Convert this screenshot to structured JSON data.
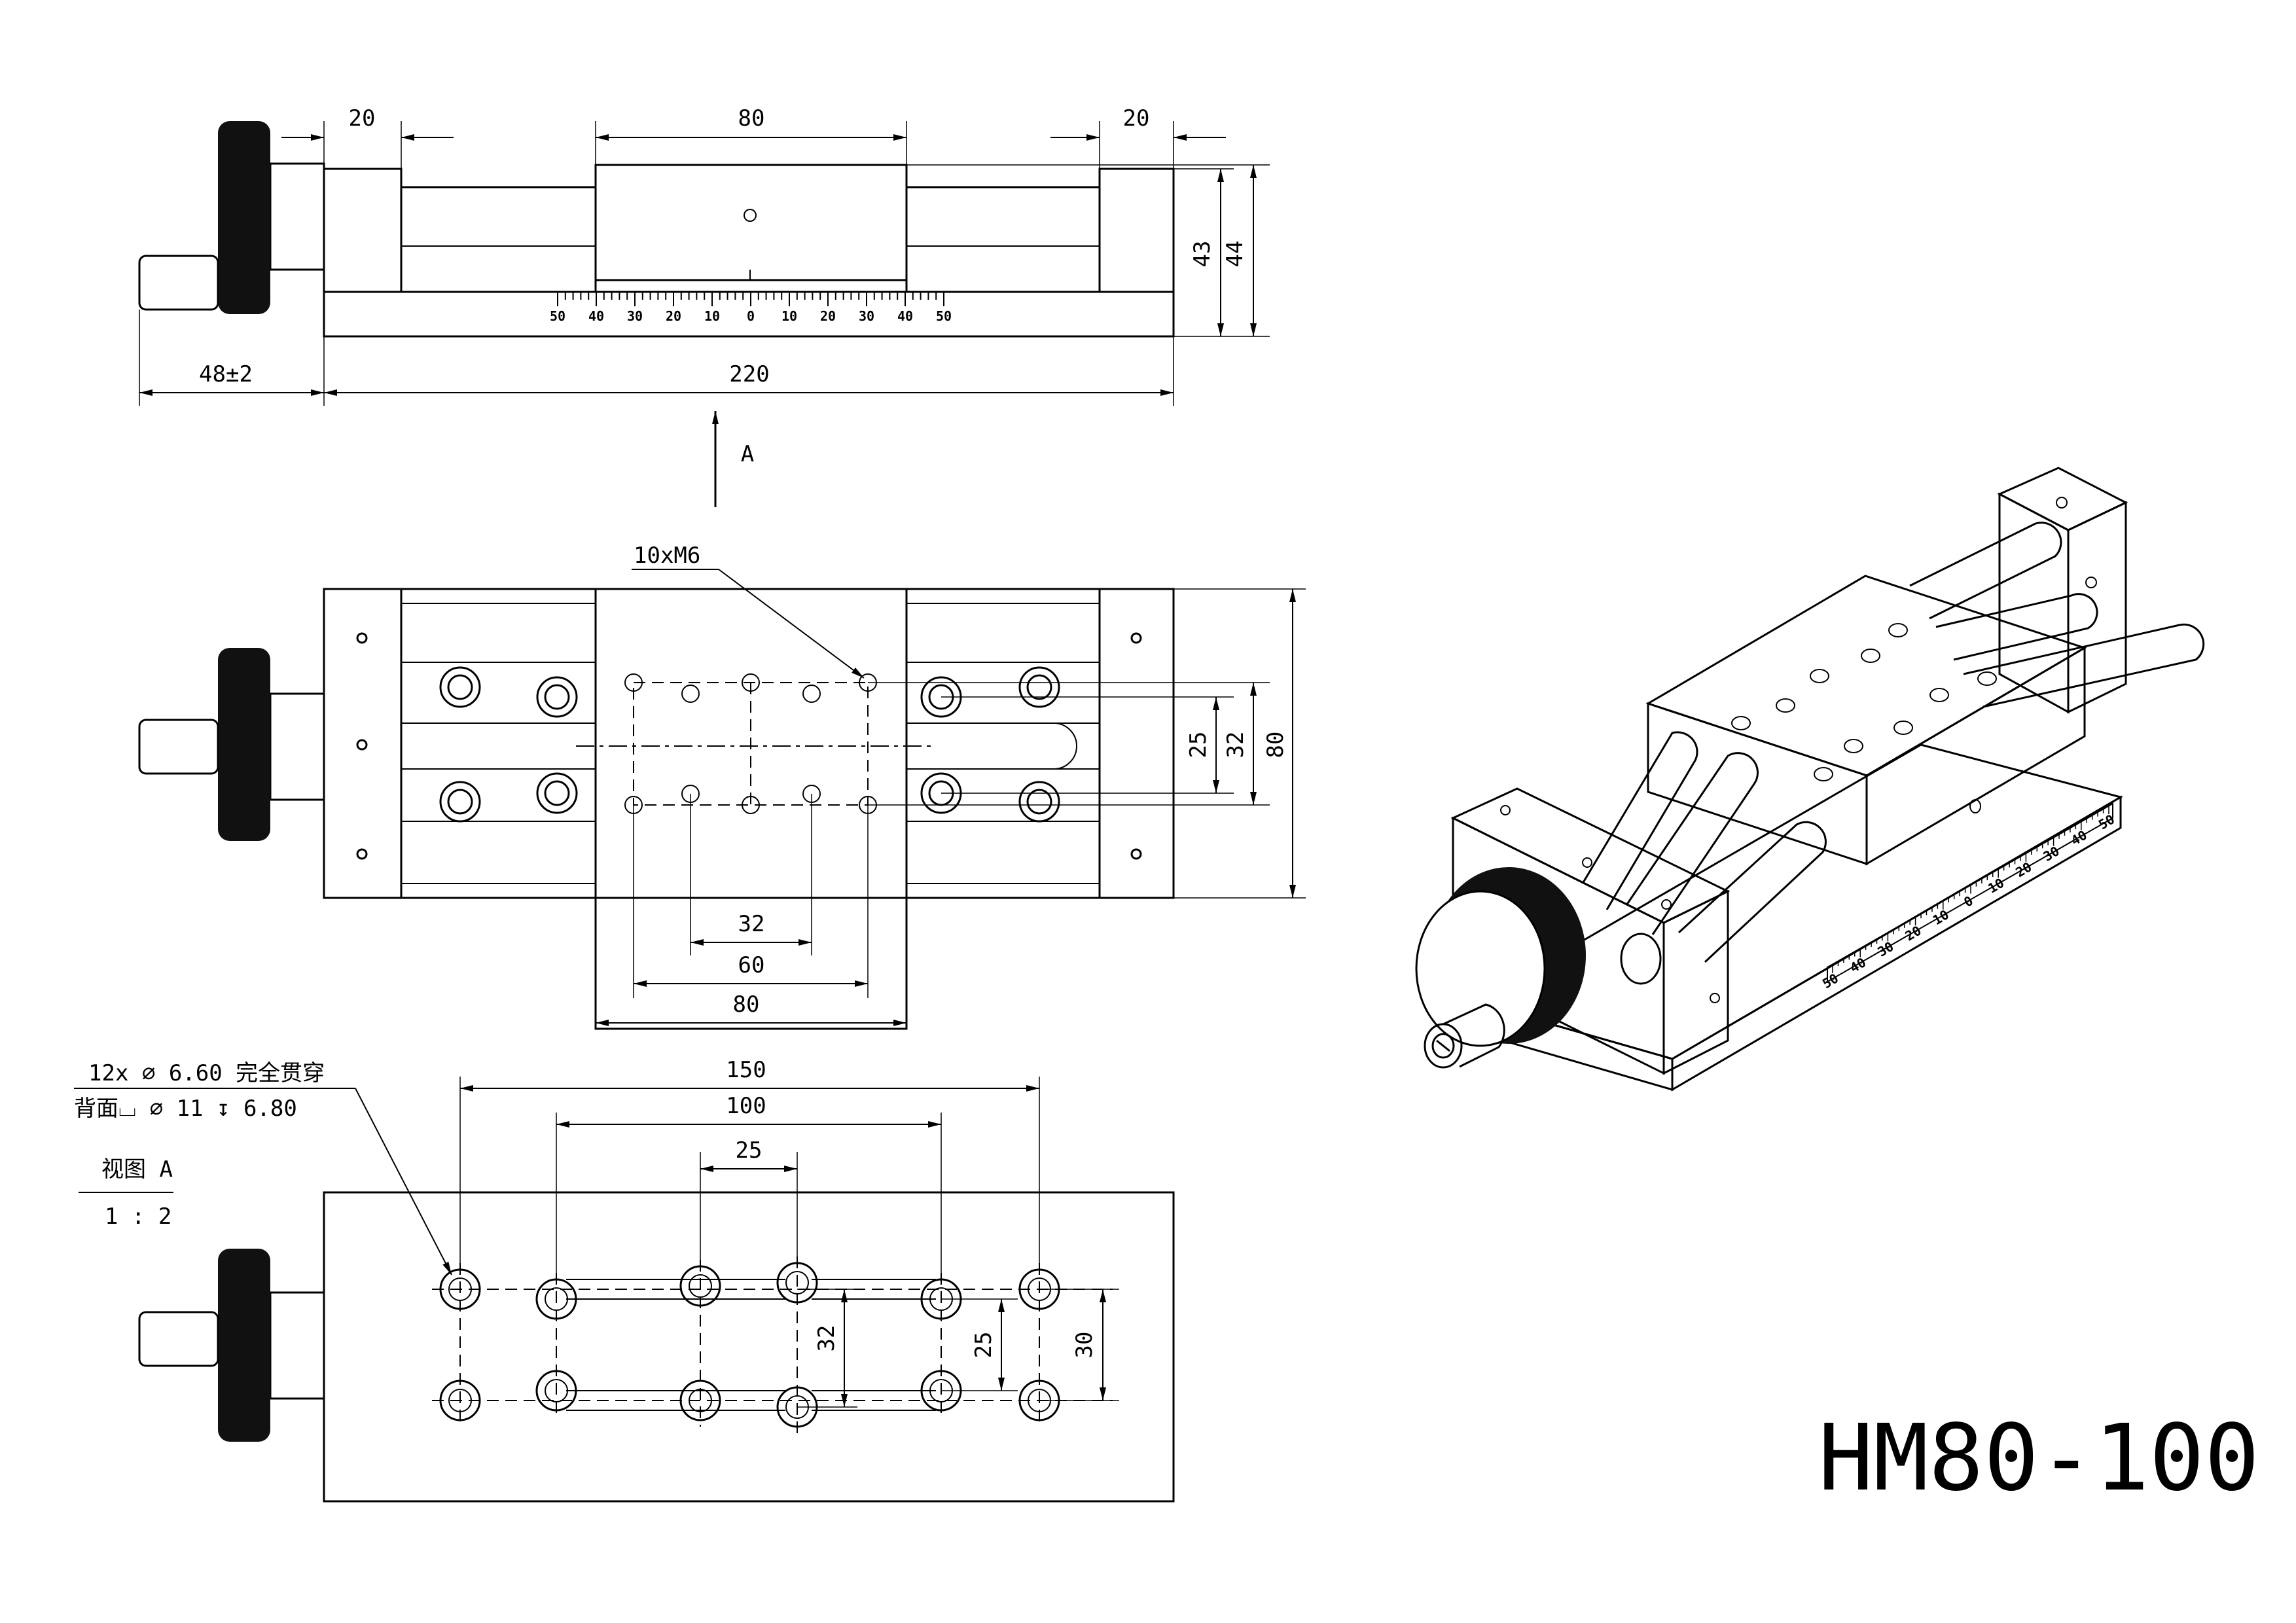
{
  "title": {
    "model": "HM80-100"
  },
  "front_view": {
    "dims": {
      "left_block": "20",
      "carriage": "80",
      "right_block": "20",
      "h43": "43",
      "h44": "44",
      "knob": "48±2",
      "length": "220"
    },
    "scale_labels": [
      "50",
      "40",
      "30",
      "20",
      "10",
      "0",
      "10",
      "20",
      "30",
      "40",
      "50"
    ]
  },
  "view_arrow": {
    "label": "A"
  },
  "top_view": {
    "callout": "10xM6",
    "dims": {
      "w25": "25",
      "w32": "32",
      "w80": "80",
      "p32": "32",
      "p60": "60",
      "p80": "80"
    }
  },
  "bottom_view": {
    "note_line1": "12x ∅ 6.60 完全贯穿",
    "note_line2": "背面⌴ ∅ 11 ↧ 6.80",
    "view_label": "视图 A",
    "view_scale": "1 : 2",
    "dims": {
      "d150": "150",
      "d100": "100",
      "d25": "25",
      "v32": "32",
      "v25": "25",
      "v30": "30"
    }
  },
  "iso_view": {
    "scale_labels": [
      "50",
      "40",
      "30",
      "20",
      "10",
      "0",
      "10",
      "20",
      "30",
      "40",
      "50"
    ]
  }
}
